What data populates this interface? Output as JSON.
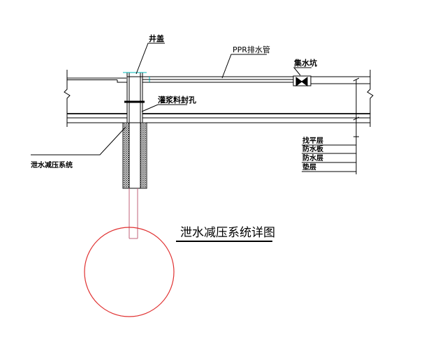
{
  "labels": {
    "well_cover": "井盖",
    "ppr_drain_pipe": "PPR排水管",
    "sump": "集水坑",
    "grout_seal": "灌浆料封孔",
    "relief_system": "泄水减压系统",
    "leveling_layer": "找平层",
    "waterproof_board": "防水板",
    "waterproof_layer": "防水层",
    "cushion_layer": "垫层"
  },
  "title": "泄水减压系统详图",
  "colors": {
    "line": "#000000",
    "red": "#e03030",
    "pink": "#c0607a",
    "cyan": "#00b8b8",
    "hatch_dark": "#2a2a2a"
  }
}
